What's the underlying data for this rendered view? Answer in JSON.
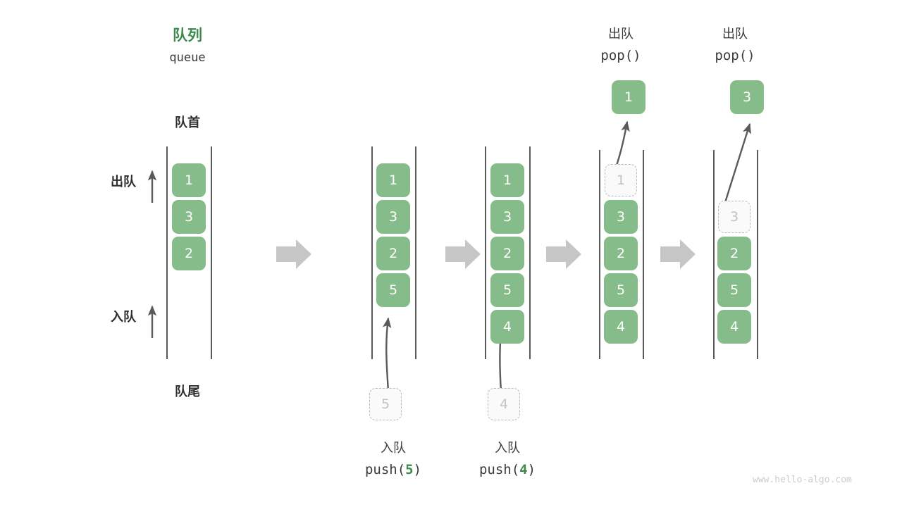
{
  "diagram": {
    "title_cn": "队列",
    "title_en": "queue",
    "front_label": "队首",
    "rear_label": "队尾",
    "dequeue_side_label": "出队",
    "enqueue_side_label": "入队",
    "watermark": "www.hello-algo.com",
    "accent_green": "#3e8a4e",
    "cell_green": "#86bb8a",
    "rail_gray": "#595959",
    "ghost_gray": "#c3c3c3",
    "arrow_gray": "#5a5a5a",
    "transition_arrow_gray": "#c6c6c6"
  },
  "steps": [
    {
      "id": "initial",
      "cells": [
        "1",
        "3",
        "2"
      ],
      "header_cn": "",
      "header_code": "",
      "caption_cn": "",
      "caption_code": "",
      "ghost_value": "",
      "popped_value": ""
    },
    {
      "id": "push-5",
      "cells": [
        "1",
        "3",
        "2",
        "5"
      ],
      "header_cn": "",
      "header_code": "",
      "caption_cn": "入队",
      "caption_code_prefix": "push(",
      "caption_code_arg": "5",
      "caption_code_suffix": ")",
      "ghost_value": "5",
      "popped_value": ""
    },
    {
      "id": "push-4",
      "cells": [
        "1",
        "3",
        "2",
        "5",
        "4"
      ],
      "header_cn": "",
      "header_code": "",
      "caption_cn": "入队",
      "caption_code_prefix": "push(",
      "caption_code_arg": "4",
      "caption_code_suffix": ")",
      "ghost_value": "4",
      "popped_value": ""
    },
    {
      "id": "pop-1",
      "cells": [
        "3",
        "2",
        "5",
        "4"
      ],
      "header_cn": "出队",
      "header_code": "pop()",
      "caption_cn": "",
      "caption_code": "",
      "ghost_value": "1",
      "popped_value": "1"
    },
    {
      "id": "pop-3",
      "cells": [
        "2",
        "5",
        "4"
      ],
      "header_cn": "出队",
      "header_code": "pop()",
      "caption_cn": "",
      "caption_code": "",
      "ghost_value": "3",
      "popped_value": "3"
    }
  ]
}
